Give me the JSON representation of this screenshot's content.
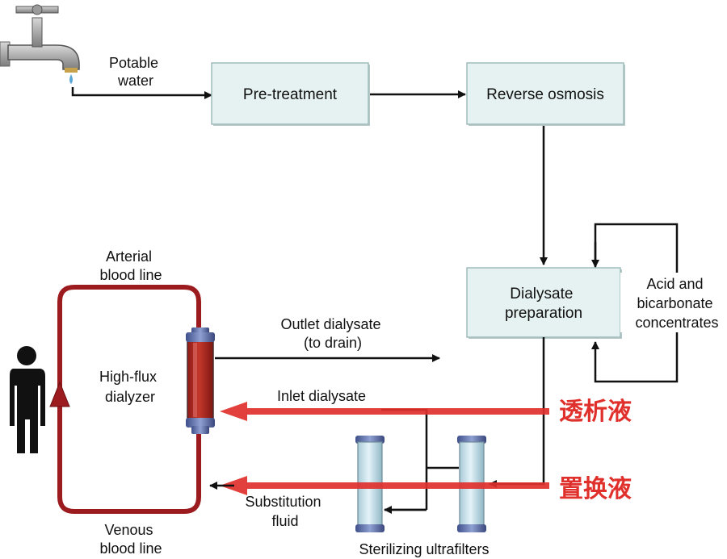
{
  "diagram": {
    "water_label": [
      "Potable",
      "water"
    ],
    "pretreatment_label": "Pre-treatment",
    "reverse_osmosis_label": "Reverse osmosis",
    "dialysate_prep_label": [
      "Dialysate",
      "preparation"
    ],
    "concentrates_label": [
      "Acid and",
      "bicarbonate",
      "concentrates"
    ],
    "arterial_label": [
      "Arterial",
      "blood line"
    ],
    "venous_label": [
      "Venous",
      "blood line"
    ],
    "dialyzer_label": [
      "High-flux",
      "dialyzer"
    ],
    "outlet_label": [
      "Outlet dialysate",
      "(to drain)"
    ],
    "inlet_label": "Inlet dialysate",
    "substitution_label": [
      "Substitution",
      "fluid"
    ],
    "ultrafilters_label": "Sterilizing ultrafilters",
    "annotation_dialysate": "透析液",
    "annotation_substitution": "置换液"
  },
  "colors": {
    "box_fill": "#e6f2f1",
    "box_border": "#9fbcbc",
    "blood_line": "#9b1b1e",
    "annotation_red": "#e0302c",
    "filter_glass": "#cfe6ee",
    "filter_cap": "#6a7fb8"
  }
}
